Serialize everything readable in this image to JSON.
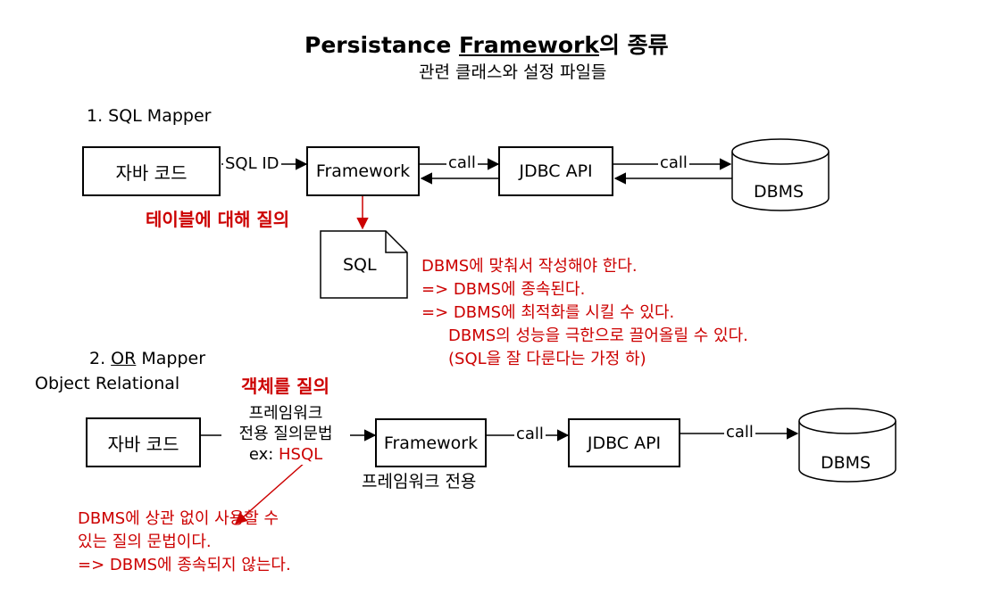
{
  "title": {
    "part1": "Persistance ",
    "part2": "Framework",
    "part3": "의 종류"
  },
  "subtitle": "관련 클래스와 설정 파일들",
  "colors": {
    "accent": "#cc0000",
    "line": "#000000"
  },
  "sql_mapper": {
    "heading": "1. SQL Mapper",
    "java_code": "자바 코드",
    "sql_id_label": "SQL ID",
    "framework": "Framework",
    "call1": "call",
    "jdbc": "JDBC API",
    "call2": "call",
    "dbms": "DBMS",
    "query_label": "테이블에 대해 질의",
    "sql_doc": "SQL",
    "notes": [
      "DBMS에 맞춰서 작성해야 한다.",
      "=> DBMS에 종속된다.",
      "=> DBMS에 최적화를 시킬 수 있다.",
      "DBMS의 성능을 극한으로 끌어올릴 수 있다.",
      "(SQL을 잘 다룬다는 가정 하)"
    ]
  },
  "or_mapper": {
    "heading_prefix": "2. ",
    "heading_or": "OR",
    "heading_suffix": " Mapper",
    "object_relational": "Object Relational",
    "query_label": "객체를 질의",
    "lang_lines": [
      "프레임워크",
      "전용 질의문법"
    ],
    "lang_ex_prefix": "ex: ",
    "lang_ex_value": "HSQL",
    "java_code": "자바 코드",
    "framework": "Framework",
    "framework_caption": "프레임워크 전용",
    "call1": "call",
    "jdbc": "JDBC API",
    "call2": "call",
    "dbms": "DBMS",
    "notes": [
      "DBMS에 상관 없이 사용할 수",
      "있는 질의 문법이다.",
      "=> DBMS에 종속되지 않는다."
    ]
  }
}
